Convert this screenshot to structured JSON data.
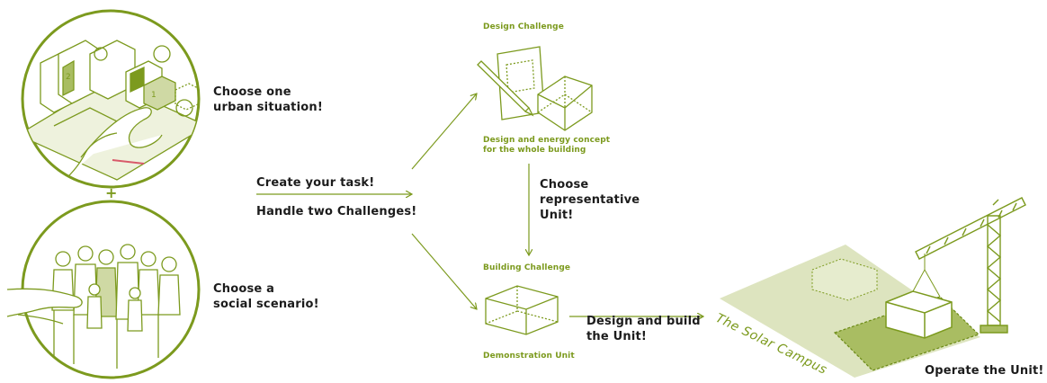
{
  "labels": {
    "urban": "Choose one urban situation!",
    "urban_l1": "Choose one",
    "urban_l2": "urban situation!",
    "plus": "+",
    "social_l1": "Choose a",
    "social_l2": "social scenario!",
    "task": "Create your task!",
    "handle": "Handle two Challenges!",
    "design_challenge": "Design Challenge",
    "design_concept_l1": "Design and energy concept",
    "design_concept_l2": "for the whole building",
    "choose_rep_l1": "Choose",
    "choose_rep_l2": "representative",
    "choose_rep_l3": "Unit!",
    "building_challenge": "Building Challenge",
    "demo_unit": "Demonstration Unit",
    "design_build_l1": "Design and build",
    "design_build_l2": "the Unit!",
    "solar_campus": "The Solar Campus",
    "operate": "Operate the Unit!"
  },
  "colors": {
    "accent": "#7c9a1e",
    "accent_light": "#cfd9a4",
    "accent_mid": "#a9bd62",
    "text": "#1c1c1c"
  }
}
